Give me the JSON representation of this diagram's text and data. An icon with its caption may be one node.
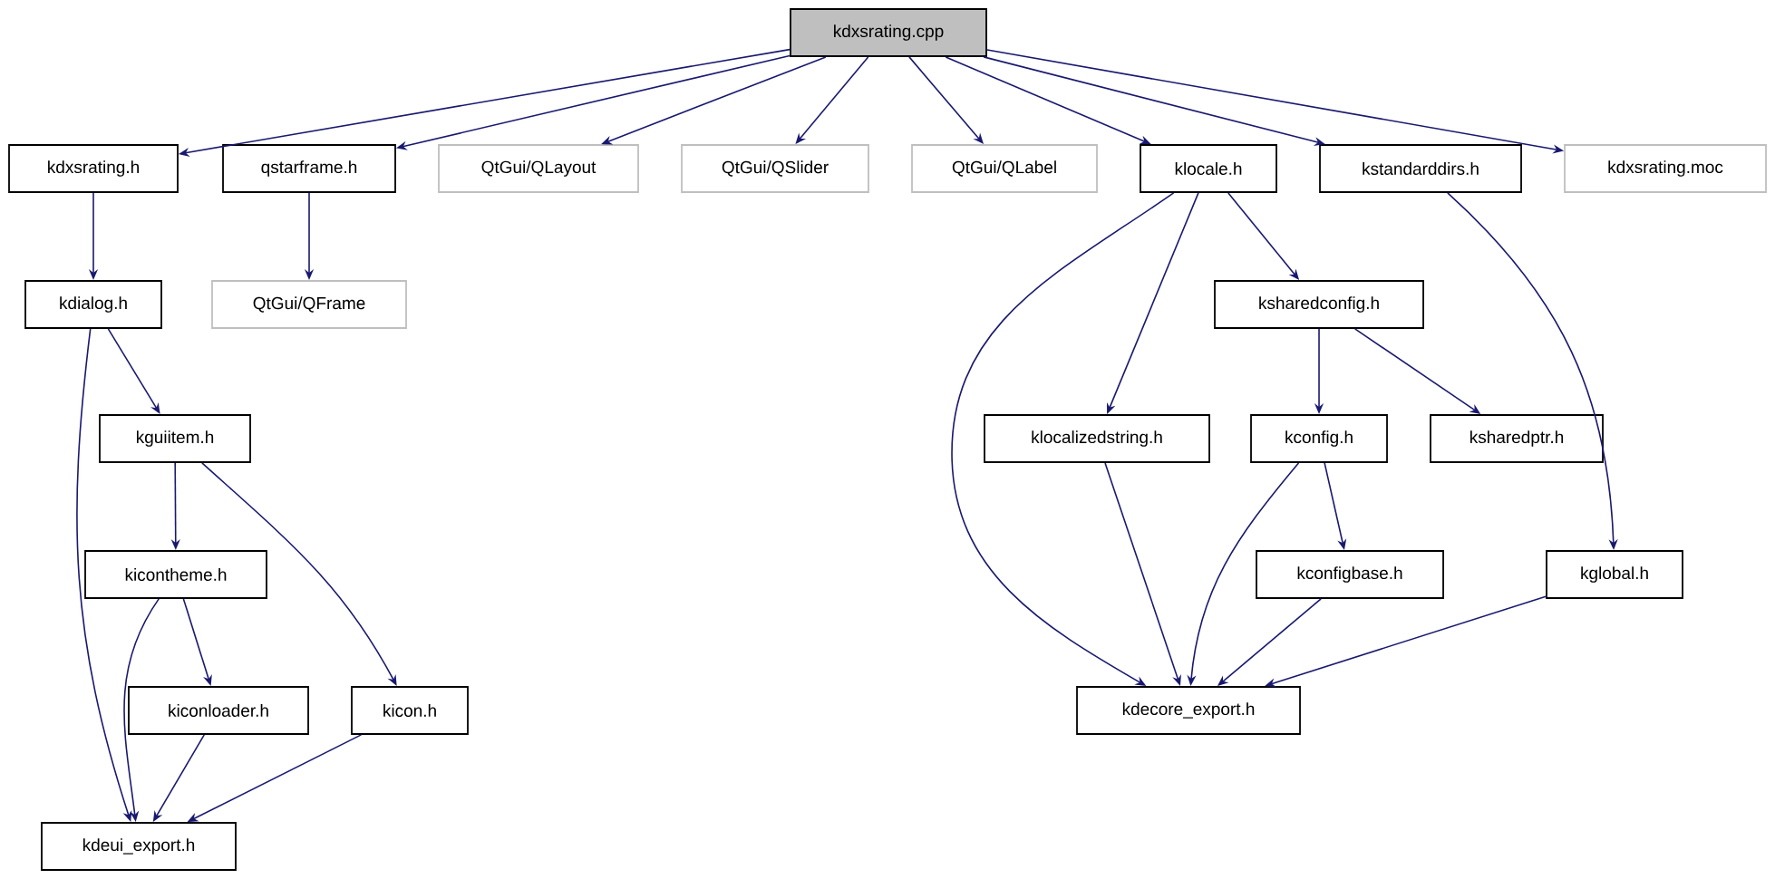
{
  "diagram": {
    "nodes": [
      {
        "text": [
          "kdxsrating.cpp"
        ]
      },
      {
        "text": [
          "kdxsrating.h"
        ]
      },
      {
        "text": [
          "qstarframe.h"
        ]
      },
      {
        "text": [
          "QtGui/QLayout"
        ]
      },
      {
        "text": [
          "QtGui/QSlider"
        ]
      },
      {
        "text": [
          "QtGui/QLabel"
        ]
      },
      {
        "text": [
          "klocale.h"
        ]
      },
      {
        "text": [
          "kstandarddirs.h"
        ]
      },
      {
        "text": [
          "kdxsrating.moc"
        ]
      },
      {
        "text": [
          "kdialog.h"
        ]
      },
      {
        "text": [
          "QtGui/QFrame"
        ]
      },
      {
        "text": [
          "kguiitem.h"
        ]
      },
      {
        "text": [
          "ksharedconfig.h"
        ]
      },
      {
        "text": [
          "kicontheme.h"
        ]
      },
      {
        "text": [
          "klocalizedstring.h"
        ]
      },
      {
        "text": [
          "kconfig.h"
        ]
      },
      {
        "text": [
          "ksharedptr.h"
        ]
      },
      {
        "text": [
          "kiconloader.h"
        ]
      },
      {
        "text": [
          "kicon.h"
        ]
      },
      {
        "text": [
          "kconfigbase.h"
        ]
      },
      {
        "text": [
          "kglobal.h"
        ]
      },
      {
        "text": [
          "kdeui_export.h"
        ]
      },
      {
        "text": [
          "kdecore_export.h"
        ]
      }
    ],
    "edges": [
      {
        "from": 0,
        "to": 1,
        "arrow": "to"
      },
      {
        "from": 0,
        "to": 2,
        "arrow": "to"
      },
      {
        "from": 0,
        "to": 3,
        "arrow": "to"
      },
      {
        "from": 0,
        "to": 4,
        "arrow": "to"
      },
      {
        "from": 0,
        "to": 5,
        "arrow": "to"
      },
      {
        "from": 0,
        "to": 6,
        "arrow": "to"
      },
      {
        "from": 0,
        "to": 7,
        "arrow": "to"
      },
      {
        "from": 0,
        "to": 8,
        "arrow": "to"
      },
      {
        "from": 1,
        "to": 9,
        "arrow": "to"
      },
      {
        "from": 2,
        "to": 10,
        "arrow": "to"
      },
      {
        "from": 6,
        "to": 22,
        "arrow": "to"
      },
      {
        "from": 6,
        "to": 14,
        "arrow": "to"
      },
      {
        "from": 6,
        "to": 12,
        "arrow": "to"
      },
      {
        "from": 7,
        "to": 20,
        "arrow": "to"
      },
      {
        "from": 9,
        "to": 21,
        "arrow": "to"
      },
      {
        "from": 9,
        "to": 11,
        "arrow": "to"
      },
      {
        "from": 11,
        "to": 13,
        "arrow": "to"
      },
      {
        "from": 11,
        "to": 18,
        "arrow": "to"
      },
      {
        "from": 12,
        "to": 15,
        "arrow": "to"
      },
      {
        "from": 12,
        "to": 16,
        "arrow": "to"
      },
      {
        "from": 13,
        "to": 21,
        "arrow": "to"
      },
      {
        "from": 13,
        "to": 17,
        "arrow": "to"
      },
      {
        "from": 14,
        "to": 22,
        "arrow": "to"
      },
      {
        "from": 15,
        "to": 22,
        "arrow": "to"
      },
      {
        "from": 15,
        "to": 19,
        "arrow": "to"
      },
      {
        "from": 17,
        "to": 21,
        "arrow": "to"
      },
      {
        "from": 18,
        "to": 21,
        "arrow": "to"
      },
      {
        "from": 19,
        "to": 22,
        "arrow": "to"
      },
      {
        "from": 20,
        "to": 22,
        "arrow": "to"
      }
    ]
  }
}
